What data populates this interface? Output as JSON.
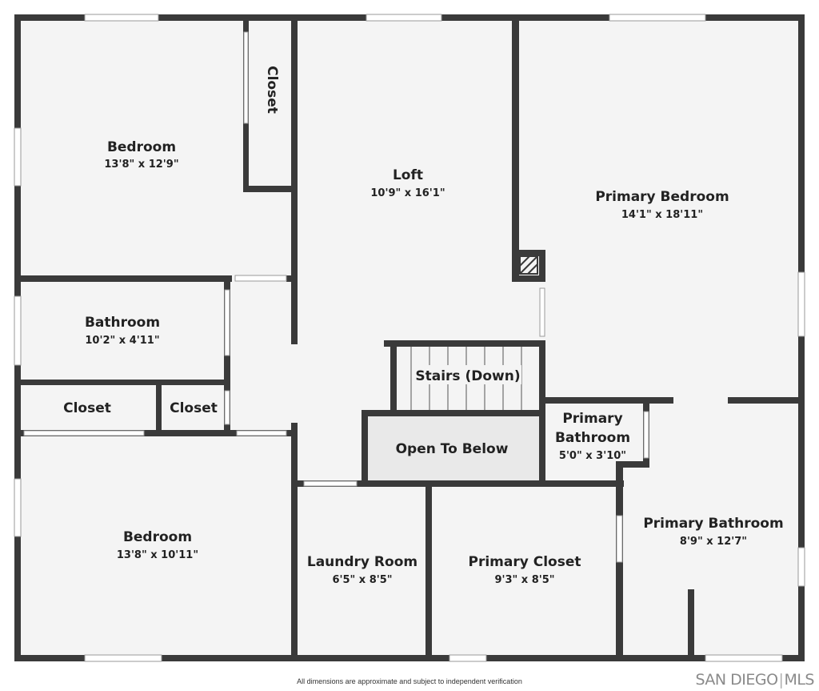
{
  "rooms": {
    "bedroom_top": {
      "name": "Bedroom",
      "dims": "13'8\" x 12'9\""
    },
    "closet_top": {
      "name": "Closet"
    },
    "loft": {
      "name": "Loft",
      "dims": "10'9\" x 16'1\""
    },
    "primary_bedroom": {
      "name": "Primary Bedroom",
      "dims": "14'1\" x 18'11\""
    },
    "bathroom": {
      "name": "Bathroom",
      "dims": "10'2\" x 4'11\""
    },
    "stairs": {
      "name": "Stairs (Down)"
    },
    "closet_left": {
      "name": "Closet"
    },
    "closet_mid": {
      "name": "Closet"
    },
    "open_to_below": {
      "name": "Open To Below"
    },
    "primary_bathroom_small": {
      "name_line1": "Primary",
      "name_line2": "Bathroom",
      "dims": "5'0\" x 3'10\""
    },
    "bedroom_bottom": {
      "name": "Bedroom",
      "dims": "13'8\" x 10'11\""
    },
    "laundry": {
      "name": "Laundry Room",
      "dims": "6'5\" x 8'5\""
    },
    "primary_closet": {
      "name": "Primary Closet",
      "dims": "9'3\" x 8'5\""
    },
    "primary_bathroom": {
      "name": "Primary Bathroom",
      "dims": "8'9\" x 12'7\""
    }
  },
  "footer": {
    "disclaimer": "All dimensions are approximate and subject to independent verification",
    "brand_left": "SAN DIEGO",
    "brand_sep": "|",
    "brand_right": "MLS"
  },
  "colors": {
    "wall": "#3a3a3a",
    "floor": "#f4f4f4",
    "open_floor": "#e9e9e9"
  }
}
